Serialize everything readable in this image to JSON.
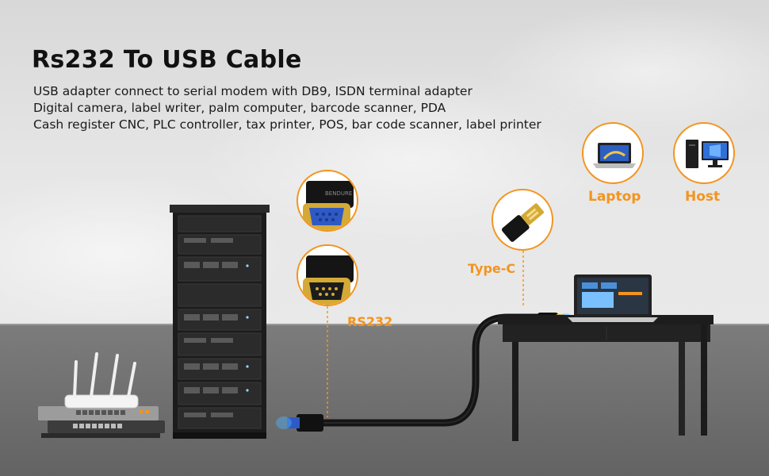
{
  "title": "Rs232 To USB Cable",
  "description_lines": [
    "USB adapter connect to serial modem with DB9, ISDN terminal adapter",
    "Digital camera, label writer, palm computer, barcode scanner, PDA",
    "Cash register CNC, PLC controller, tax printer, POS, bar code scanner, label printer"
  ],
  "devices": {
    "laptop_label": "Laptop",
    "host_label": "Host"
  },
  "connectors": {
    "typec_label": "Type-C",
    "rs232_label": "RS232",
    "brand_text": "BENDURE"
  },
  "colors": {
    "accent": "#f3941f",
    "connector_gold": "#d4a935",
    "db9_blue": "#2f59c4",
    "cable": "#1a1a1a",
    "glow": "#4fb4ff"
  }
}
